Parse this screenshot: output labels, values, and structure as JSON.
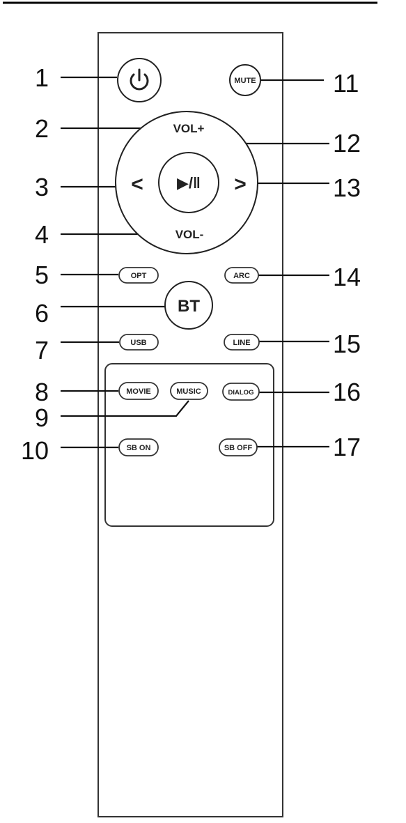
{
  "header_rule": true,
  "remote": {
    "buttons": {
      "power": "power-icon",
      "mute": "MUTE",
      "vol_up": "VOL+",
      "vol_down": "VOL-",
      "prev": "<",
      "next": ">",
      "play_pause": "▶/‖",
      "opt": "OPT",
      "arc": "ARC",
      "bt": "BT",
      "usb": "USB",
      "line": "LINE",
      "movie": "MOVIE",
      "music": "MUSIC",
      "dialog": "DIALOG",
      "sb_on": "SB ON",
      "sb_off": "SB OFF"
    }
  },
  "callouts": [
    "1",
    "2",
    "3",
    "4",
    "5",
    "6",
    "7",
    "8",
    "9",
    "10",
    "11",
    "12",
    "13",
    "14",
    "15",
    "16",
    "17"
  ]
}
